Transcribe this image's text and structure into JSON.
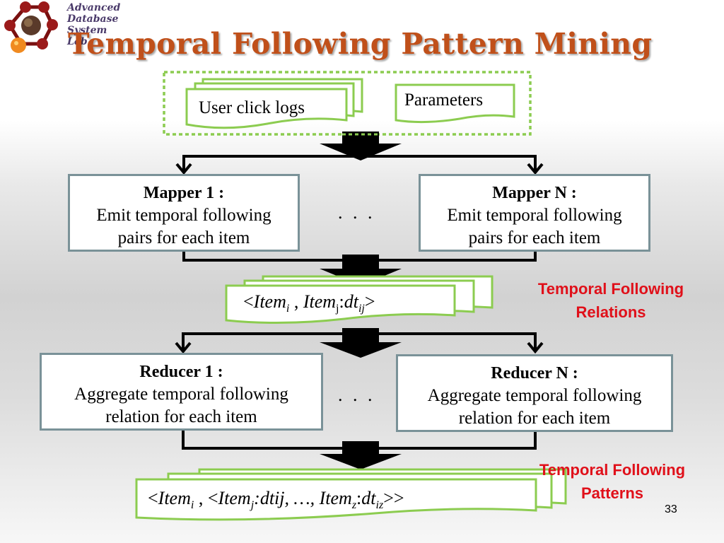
{
  "logo": {
    "line1": "Advanced",
    "line2": "Database",
    "line3": "System",
    "line4": "Lab"
  },
  "title": "Temporal Following Pattern Mining",
  "inputs": {
    "logs_label": "User click logs",
    "params_label": "Parameters"
  },
  "mapper1": {
    "head": "Mapper 1 :",
    "line1": "Emit temporal following",
    "line2": "pairs for each item"
  },
  "mapperN": {
    "head": "Mapper N :",
    "line1": "Emit temporal following",
    "line2": "pairs for each item"
  },
  "ellipsis": ". . .",
  "relation_doc": {
    "open": "<",
    "item_i": "Item",
    "sub_i": "i",
    "sep": " , ",
    "item_j": "Item",
    "sub_j": "j",
    "colon": ":",
    "dt": "dt",
    "sub_ij": "ij",
    "close": ">"
  },
  "relation_note": {
    "line1": "Temporal Following",
    "line2": "Relations"
  },
  "reducer1": {
    "head": "Reducer 1 :",
    "line1": "Aggregate temporal following",
    "line2": "relation for each item"
  },
  "reducerN": {
    "head": "Reducer N :",
    "line1": "Aggregate temporal following",
    "line2": "relation for each item"
  },
  "pattern_doc": {
    "open": "<",
    "item_i": "Item",
    "sub_i": "i",
    "sep": " , <",
    "item_j": "Item",
    "sub_j": "j",
    "mid": ":dtij, …, ",
    "item_z": "Item",
    "sub_z": "z",
    "colon": ":",
    "dt": "dt",
    "sub_iz": "iz",
    "close": ">>"
  },
  "pattern_note": {
    "line1": "Temporal Following",
    "line2": "Patterns"
  },
  "page_number": "33",
  "colors": {
    "title": "#c0501a",
    "doc_border": "#8ccc50",
    "box_border": "#7a9298",
    "note": "#e0101a",
    "logo_text": "#4a3a6a"
  }
}
